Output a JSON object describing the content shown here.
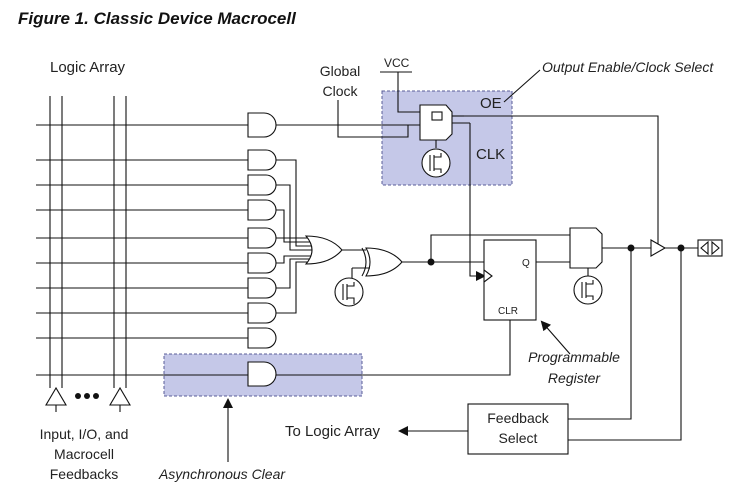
{
  "title": "Figure 1. Classic Device Macrocell",
  "labels": {
    "logic_array": "Logic Array",
    "global_clock_1": "Global",
    "global_clock_2": "Clock",
    "vcc": "VCC",
    "output_enable": "Output Enable/Clock Select",
    "oe": "OE",
    "clk": "CLK",
    "q": "Q",
    "clr": "CLR",
    "programmable_1": "Programmable",
    "programmable_2": "Register",
    "feedback_1": "Feedback",
    "feedback_2": "Select",
    "to_logic_array": "To Logic Array",
    "inputs_1": "Input, I/O, and",
    "inputs_2": "Macrocell",
    "inputs_3": "Feedbacks",
    "async_clear": "Asynchronous Clear"
  },
  "colors": {
    "highlight_fill": "#c5c8e8",
    "highlight_border": "#5a5e99",
    "line": "#111111"
  }
}
